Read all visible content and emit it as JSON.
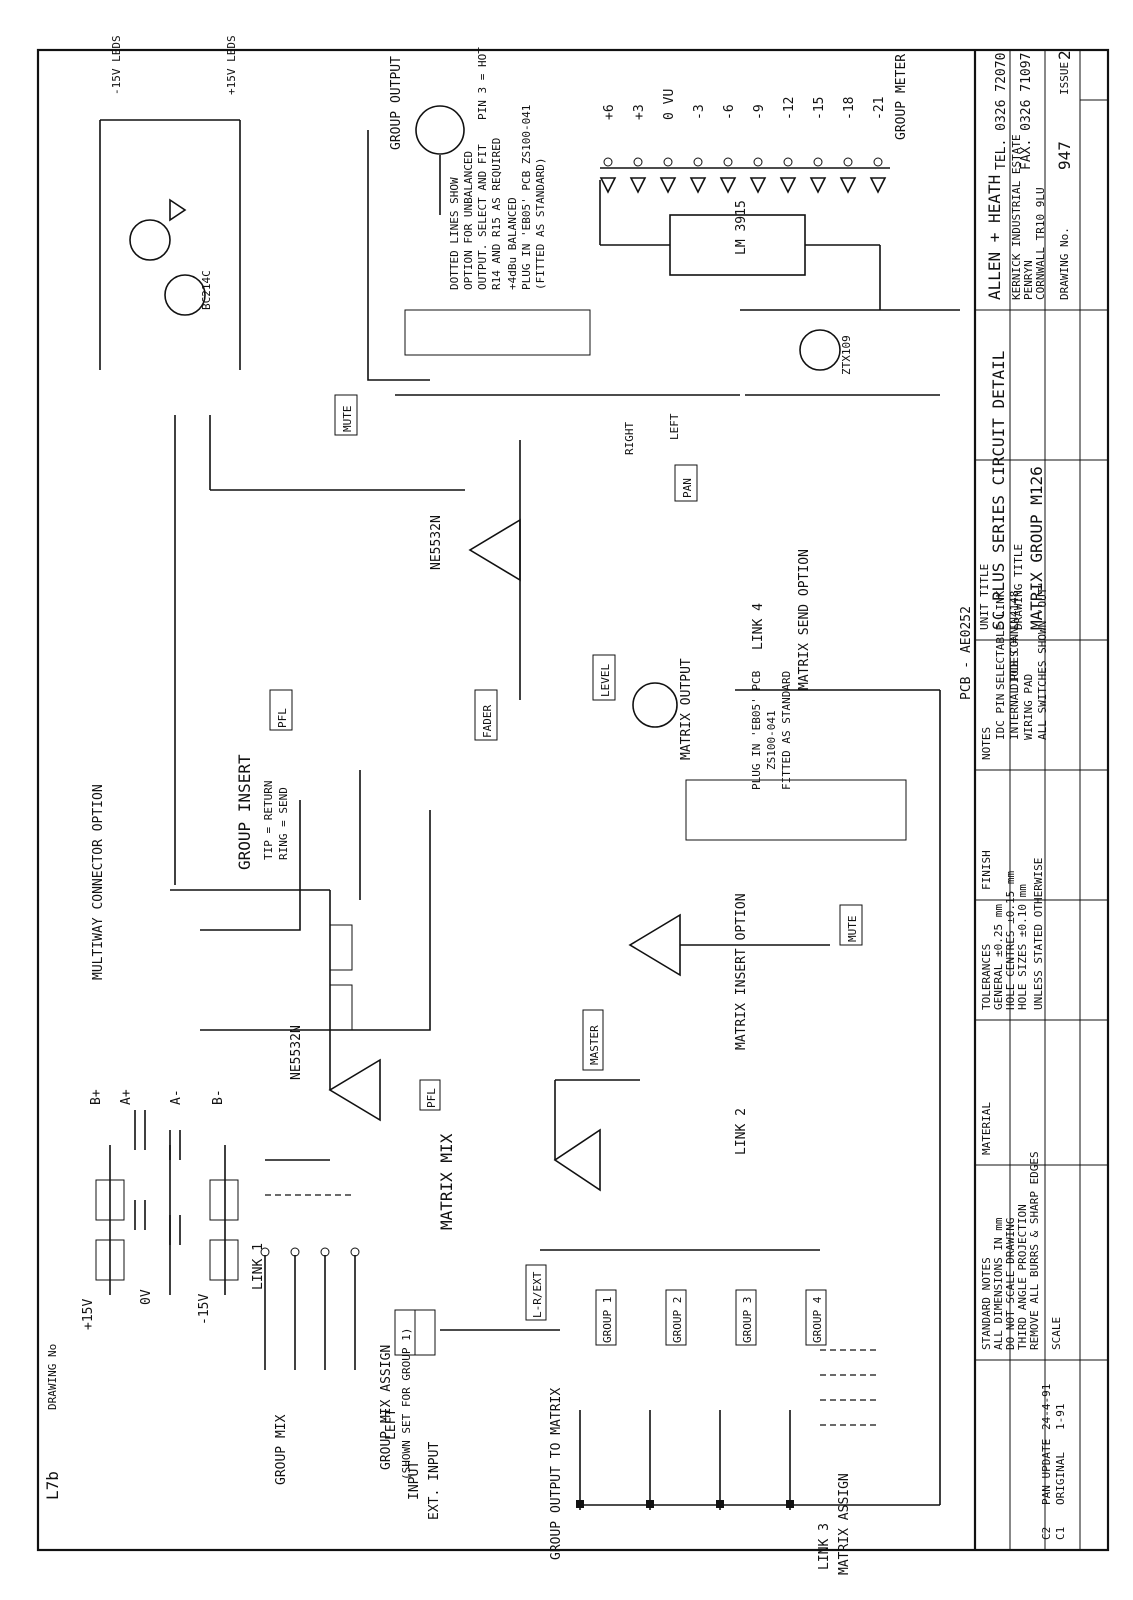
{
  "sheet": {
    "doc_number": "L7b",
    "drawing_no_label": "DRAWING No"
  },
  "title_block": {
    "company": "ALLEN + HEATH",
    "address": [
      "KERNICK INDUSTRIAL ESTATE",
      "PENRYN",
      "CORNWALL TR10 9LU"
    ],
    "tel": "TEL. 0326 72070",
    "fax": "FAX. 0326 71097",
    "unit_title_label": "UNIT TITLE",
    "unit_title": "SC PLUS SERIES CIRCUIT DETAIL",
    "drawing_title_label": "DRAWING TITLE",
    "drawing_title": "MATRIX GROUP M126",
    "drawing_no_label": "DRAWING No.",
    "drawing_no": "947",
    "issue_label": "ISSUE",
    "issue": "2",
    "pcb": "PCB - AE0252",
    "finish_label": "FINISH",
    "material_label": "MATERIAL",
    "tolerances": [
      "TOLERANCES",
      "GENERAL ±0.25 mm",
      "HOLE CENTRES ±0.15 mm",
      "HOLE SIZES ±0.10 mm",
      "UNLESS STATED OTHERWISE"
    ],
    "standard_notes": [
      "STANDARD NOTES",
      "ALL DIMENSIONS IN mm",
      "DO NOT SCALE DRAWING",
      "THIRD ANGLE PROJECTION",
      "REMOVE ALL BURRS & SHARP EDGES"
    ],
    "scale_label": "SCALE",
    "revisions": [
      {
        "rev": "C2",
        "desc": "PAN UPDATE",
        "date": "24-4-91"
      },
      {
        "rev": "C1",
        "desc": "ORIGINAL",
        "date": "1-91"
      }
    ]
  },
  "notes": {
    "heading": "NOTES",
    "items": [
      "IDC PIN",
      "SELECTABLE LINK",
      "INTERNAL PCB CONN.",
      "DIODES = IN4148",
      "WIRING PAD",
      "ALL SWITCHES SHOWN 'OUT'"
    ]
  },
  "sections": {
    "matrix_mix": "MATRIX MIX",
    "group_insert": "GROUP INSERT",
    "group_insert_tip": "TIP = RETURN",
    "group_insert_ring": "RING = SEND",
    "multiway": "MULTIWAY CONNECTOR OPTION",
    "group_mix_assign": "GROUP MIX ASSIGN",
    "group_mix_assign_note": "(SHOWN SET FOR GROUP 1)",
    "group_mix": "GROUP MIX",
    "group_output": "GROUP OUTPUT",
    "matrix_output": "MATRIX OUTPUT",
    "group_meter": "GROUP METER",
    "matrix_send_option": "MATRIX SEND OPTION",
    "matrix_insert_option": "MATRIX INSERT OPTION",
    "group_output_to_matrix": "GROUP OUTPUT TO MATRIX",
    "matrix_assign": "MATRIX ASSIGN",
    "ext_input": "EXT. INPUT",
    "input": "INPUT",
    "left": "LEFT",
    "right": "RIGHT",
    "balanced_note": [
      "DOTTED LINES SHOW",
      "OPTION FOR UNBALANCED",
      "OUTPUT. SELECT AND FIT",
      "R14 AND R15 AS REQUIRED",
      "+4dBu BALANCED",
      "PLUG IN 'EB05' PCB ZS100-041",
      "(FITTED AS STANDARD)"
    ],
    "plug_note": [
      "PLUG IN 'EB05' PCB",
      "ZS100-041",
      "FITTED AS STANDARD"
    ],
    "pin3_hot": "PIN 3 = HOT"
  },
  "buttons": {
    "pfl": "PFL",
    "mute": "MUTE",
    "pan": "PAN",
    "level": "LEVEL",
    "fader": "FADER",
    "master": "MASTER",
    "lr_ext": "L-R/EXT",
    "group1": "GROUP 1",
    "group2": "GROUP 2",
    "group3": "GROUP 3",
    "group4": "GROUP 4"
  },
  "chips": {
    "u1a": "NE5532N",
    "u2a": "NE5532N",
    "u3": "LM 3915",
    "q1q2": "BC214C",
    "zener": "ZTX109"
  },
  "meter_scale": [
    "+6",
    "+3",
    "0 VU",
    "-3",
    "-6",
    "-9",
    "-12",
    "-15",
    "-18",
    "-21"
  ],
  "links": [
    "LINK 1",
    "LINK 2",
    "LINK 3",
    "LINK 4"
  ],
  "power_rails": [
    "+15V",
    "0V",
    "-15V",
    "B+",
    "A+",
    "A-",
    "B-",
    "+15V LEDS",
    "-15V LEDS"
  ]
}
